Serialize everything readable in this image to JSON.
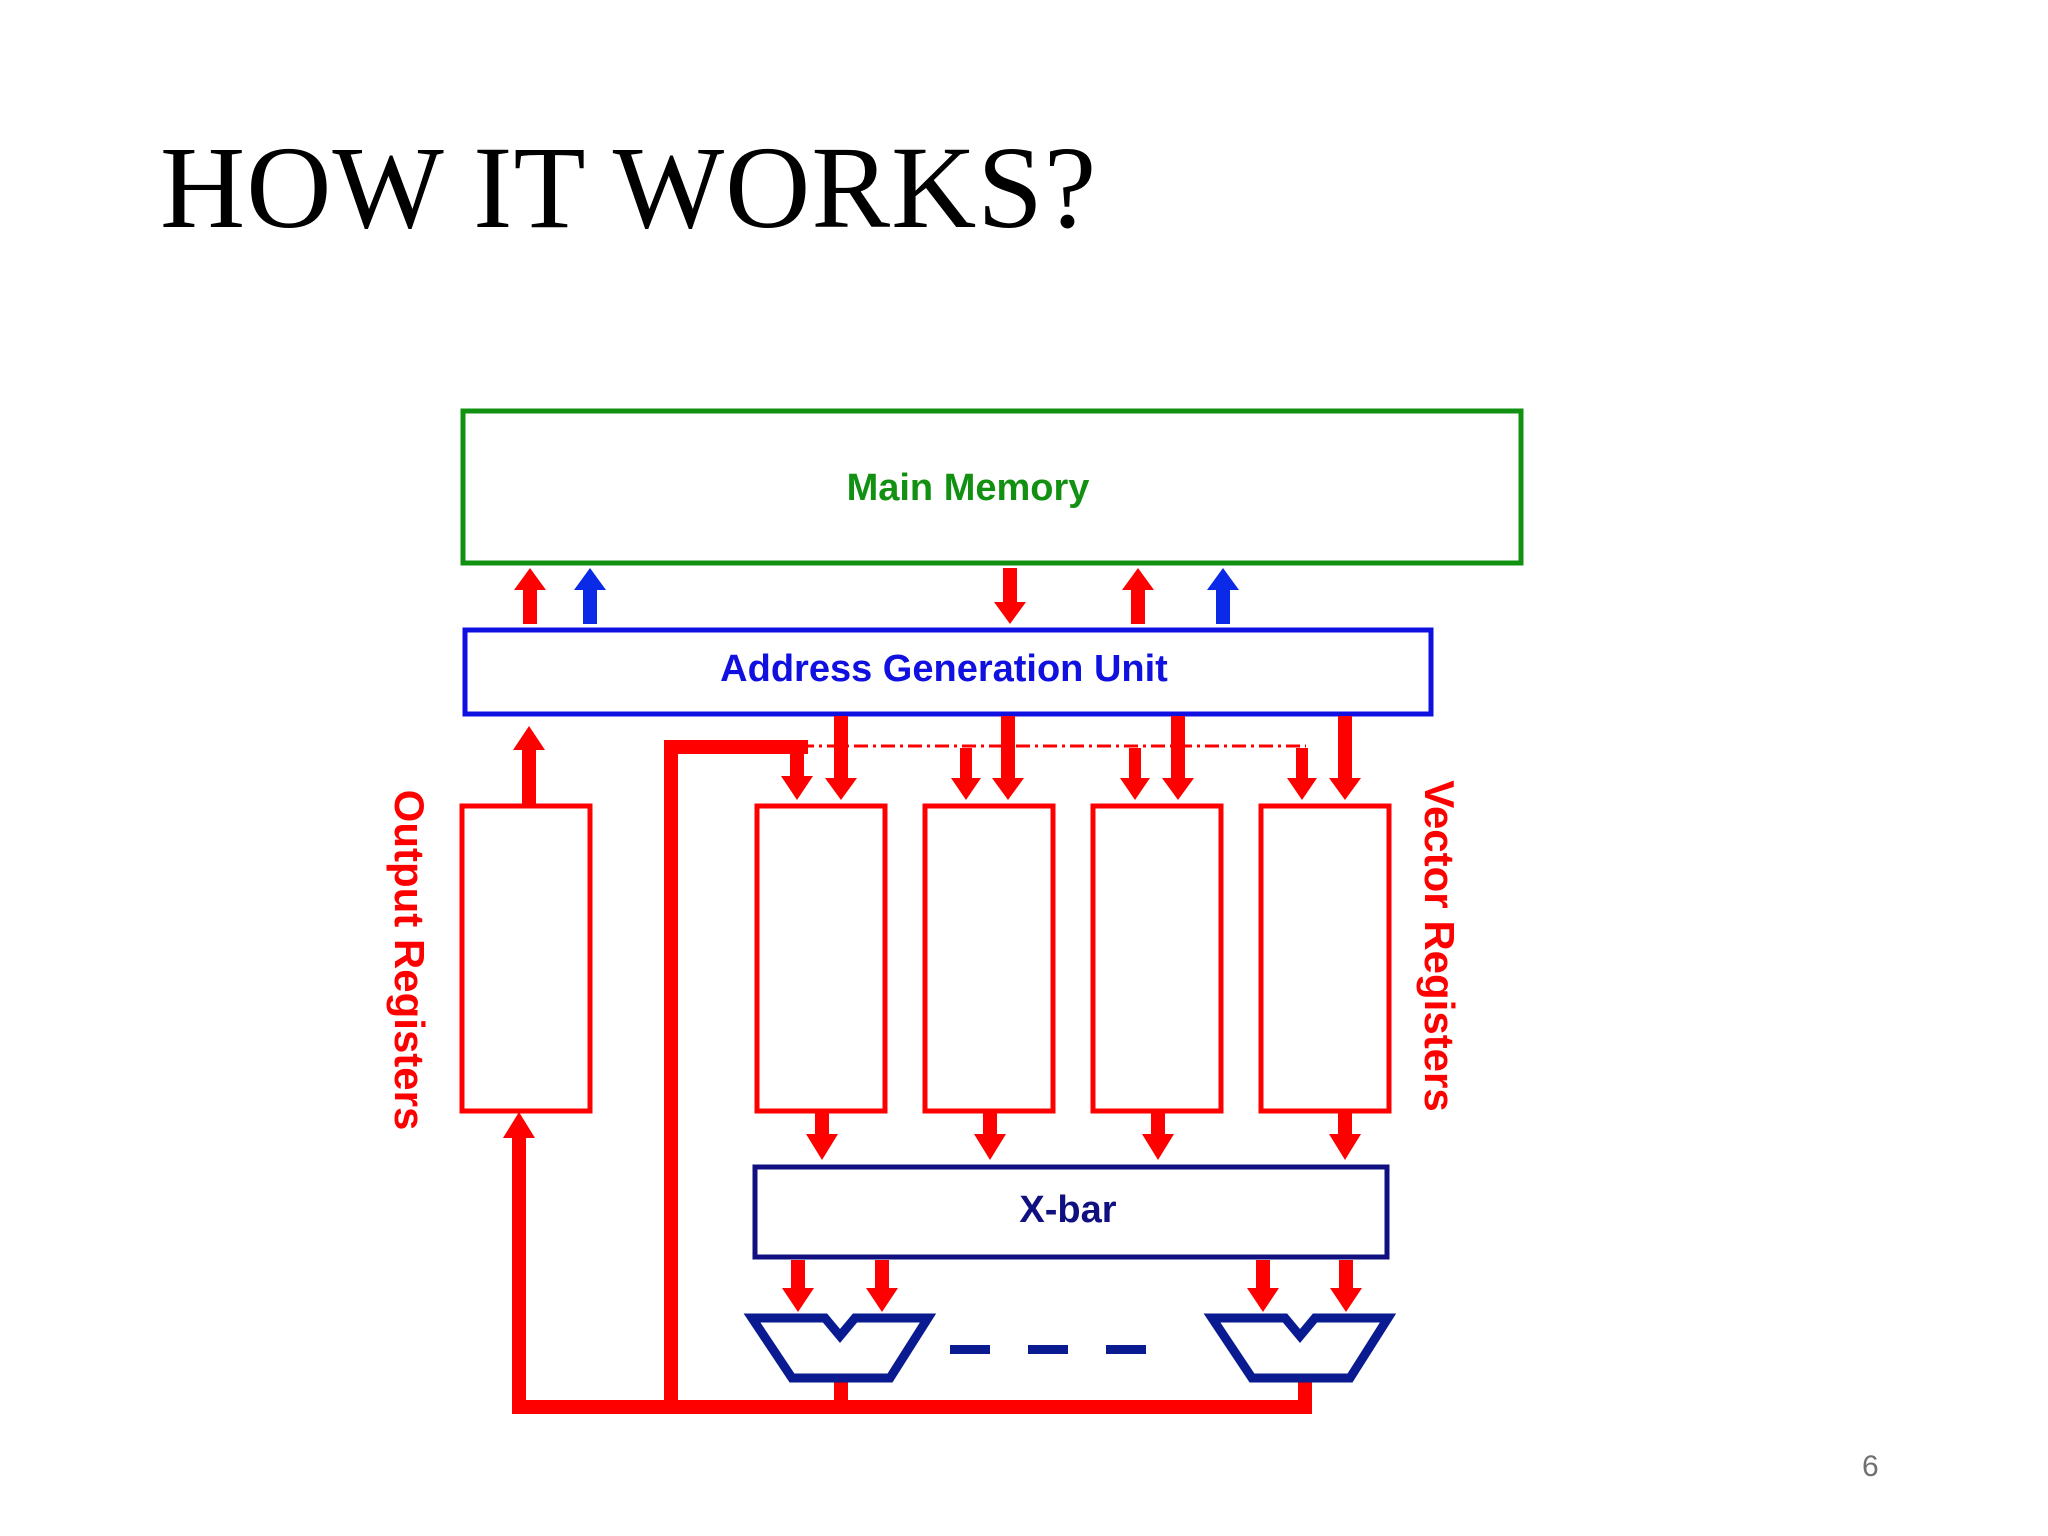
{
  "slide": {
    "title": "HOW IT WORKS?",
    "page_number": "6"
  },
  "diagram": {
    "main_memory": "Main Memory",
    "agu": "Address Generation Unit",
    "xbar": "X-bar",
    "output_registers": "Output Registers",
    "vector_registers": "Vector Registers"
  },
  "colors": {
    "memory": "#119011",
    "agu": "#1010e0",
    "xbar": "#101080",
    "flow": "#ff0000",
    "store_arrow": "#0a2ae8",
    "alu": "#0a1a90"
  }
}
